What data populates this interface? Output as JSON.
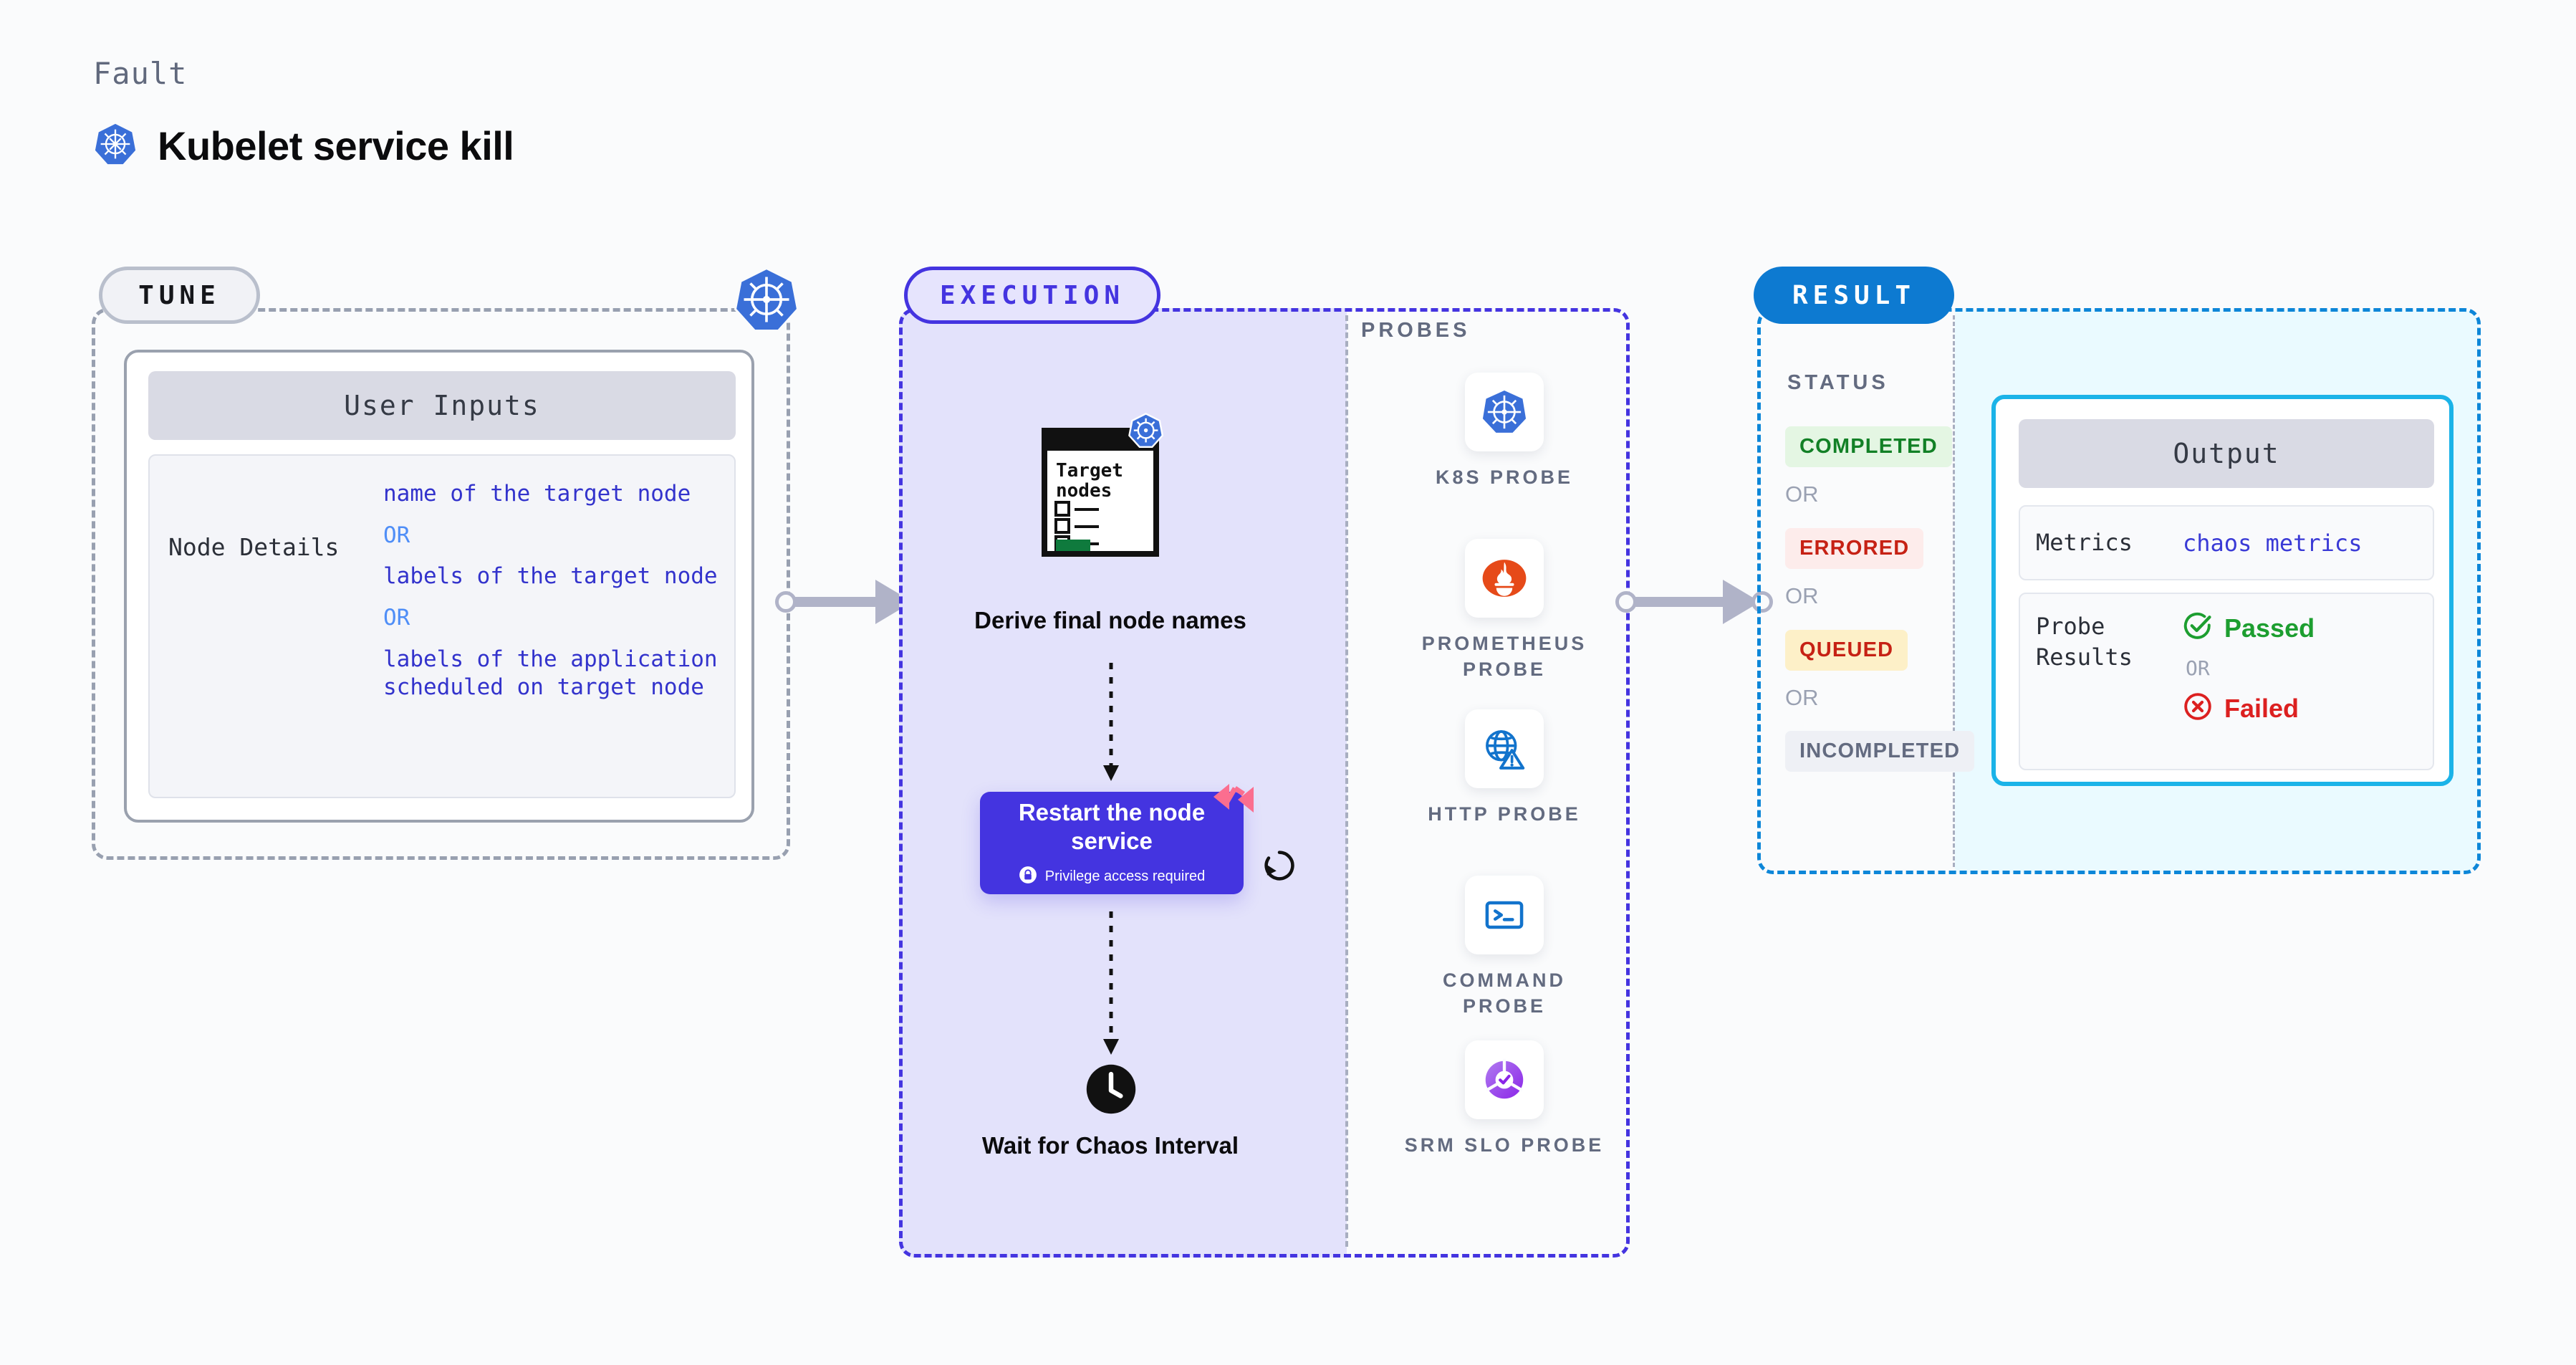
{
  "header": {
    "kicker": "Fault",
    "title": "Kubelet service kill",
    "icon": "kubernetes-icon"
  },
  "tune": {
    "badge": "TUNE",
    "corner_icon": "kubernetes-icon",
    "card": {
      "header": "User Inputs",
      "rows": [
        {
          "key": "Node Details",
          "values": [
            "name of the target node",
            "labels of the target node",
            "labels of the application\n scheduled on target node"
          ],
          "separators": [
            "OR",
            "OR"
          ]
        }
      ]
    }
  },
  "execution": {
    "badge": "EXECUTION",
    "steps": [
      {
        "icon": "target-nodes-document-icon",
        "label": "Derive final node names"
      },
      {
        "icon": "harness-logo-icon",
        "label": "Restart the node service",
        "note": "Privilege access required",
        "note_icon": "lock-icon",
        "side_icon": "rotate-icon"
      },
      {
        "icon": "clock-icon",
        "label": "Wait for Chaos Interval"
      }
    ],
    "document_icon_title": "Target nodes"
  },
  "probes": {
    "label": "PROBES",
    "items": [
      {
        "icon": "kubernetes-icon",
        "name": "K8S PROBE"
      },
      {
        "icon": "prometheus-icon",
        "name": "PROMETHEUS PROBE"
      },
      {
        "icon": "globe-warning-icon",
        "name": "HTTP PROBE"
      },
      {
        "icon": "terminal-icon",
        "name": "COMMAND PROBE"
      },
      {
        "icon": "srm-slo-donut-icon",
        "name": "SRM SLO PROBE"
      }
    ]
  },
  "result": {
    "badge": "RESULT",
    "status_label": "STATUS",
    "statuses": [
      {
        "label": "COMPLETED",
        "bg": "#e4f6e3",
        "fg": "#128026"
      },
      {
        "label": "ERRORED",
        "bg": "#fdeceb",
        "fg": "#c62114"
      },
      {
        "label": "QUEUED",
        "bg": "#fdf0c8",
        "fg": "#c62114"
      },
      {
        "label": "INCOMPLETED",
        "bg": "#eef0f5",
        "fg": "#636b80"
      }
    ],
    "or_text": "OR",
    "output": {
      "header": "Output",
      "metrics_key": "Metrics",
      "metrics_value": "chaos metrics",
      "probe_key": "Probe Results",
      "passed": "Passed",
      "passed_icon": "check-circle-icon",
      "or_text": "OR",
      "failed": "Failed",
      "failed_icon": "x-circle-icon"
    }
  },
  "colors": {
    "brand_purple": "#4434e0",
    "brand_blue": "#0d7ad1",
    "cyan": "#1bb3e8",
    "k8s_blue": "#3a6fd8",
    "harness_pink": "#fb6e8f",
    "grey_dash": "#98a0b0"
  }
}
